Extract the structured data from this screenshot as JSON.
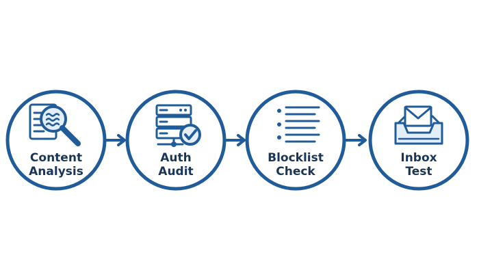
{
  "colors": {
    "accent": "#1f5c99",
    "label": "#1a3556",
    "icon_fill": "#e3eef8",
    "background": "#ffffff"
  },
  "steps": [
    {
      "id": "content-analysis",
      "icon": "magnifier-document-icon",
      "label_lines": [
        "Content",
        "Analysis"
      ]
    },
    {
      "id": "auth-audit",
      "icon": "server-check-icon",
      "label_lines": [
        "Auth",
        "Audit"
      ]
    },
    {
      "id": "blocklist-check",
      "icon": "list-icon",
      "label_lines": [
        "Blocklist",
        "Check"
      ]
    },
    {
      "id": "inbox-test",
      "icon": "inbox-tray-icon",
      "label_lines": [
        "Inbox",
        "Test"
      ]
    }
  ],
  "connectors": [
    {
      "from": "content-analysis",
      "to": "auth-audit",
      "icon": "arrow-right-icon"
    },
    {
      "from": "auth-audit",
      "to": "blocklist-check",
      "icon": "arrow-right-icon"
    },
    {
      "from": "blocklist-check",
      "to": "inbox-test",
      "icon": "arrow-right-icon"
    }
  ]
}
